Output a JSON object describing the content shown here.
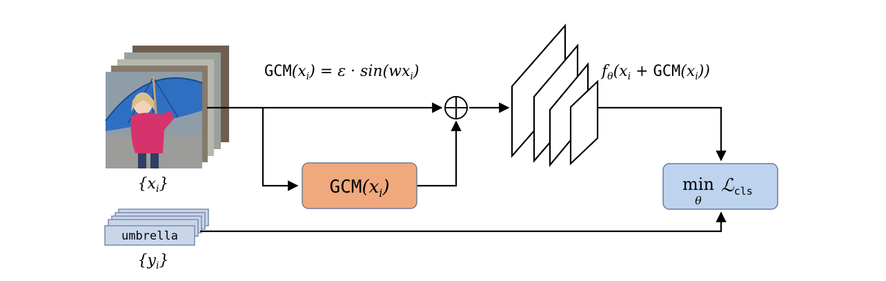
{
  "equation_top": {
    "gcm": "GCM",
    "lhs_arg": "(x",
    "lhs_sub": "i",
    "lhs_close": ")",
    "rhs": " = ε · sin(wx",
    "rhs_sub": "i",
    "rhs_close": ")"
  },
  "model_output": {
    "f": "f",
    "f_sub": "θ",
    "arg_open": "(x",
    "arg_sub": "i",
    "plus": " + ",
    "gcm": "GCM",
    "inner_open": "(x",
    "inner_sub": "i",
    "close": "))"
  },
  "images_label": {
    "open": "{x",
    "sub": "i",
    "close": "}"
  },
  "labels_stack": {
    "word": "umbrella"
  },
  "labels_label": {
    "open": "{y",
    "sub": "i",
    "close": "}"
  },
  "gcm_box": {
    "gcm": "GCM",
    "open": "(x",
    "sub": "i",
    "close": ")",
    "fill": "#EFA97D",
    "stroke": "#6B7A99"
  },
  "loss_box": {
    "min": "min",
    "under": "θ",
    "loss": "ℒ",
    "loss_sub": "cls",
    "fill": "#BDD3EE",
    "stroke": "#6B7A99"
  },
  "colors": {
    "line": "#000000",
    "label_card_fill": "#C9D6EA",
    "label_card_stroke": "#7A8AAA",
    "umbrella_blue": "#2F6FC2",
    "coat_pink": "#D6336C"
  }
}
